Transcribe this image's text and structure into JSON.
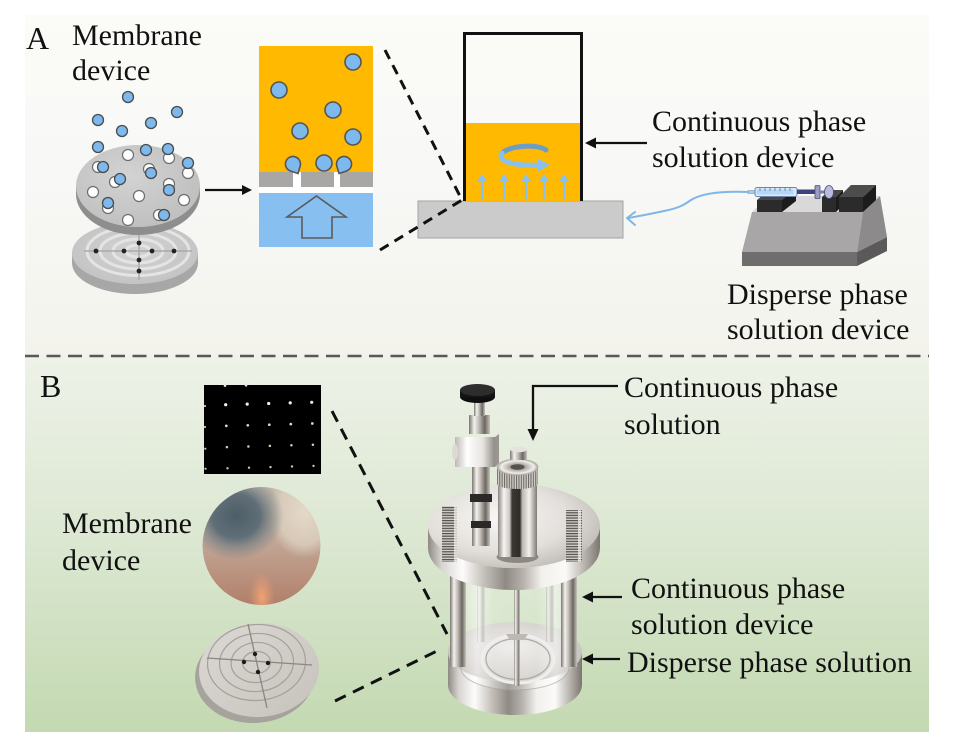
{
  "panel_a": {
    "label": "A",
    "membrane_device": [
      "Membrane",
      "device"
    ],
    "continuous_phase_solution_device": [
      "Continuous phase",
      "solution device"
    ],
    "disperse_phase_solution_device": [
      "Disperse phase",
      "solution device"
    ]
  },
  "panel_b": {
    "label": "B",
    "membrane_device": [
      "Membrane",
      "device"
    ],
    "continuous_phase_solution": [
      "Continuous phase",
      "solution"
    ],
    "continuous_phase_solution_device": [
      "Continuous phase",
      "solution device"
    ],
    "disperse_phase_solution": [
      "Disperse phase solution"
    ]
  },
  "colors": {
    "continuous_phase": "#ffb900",
    "disperse_phase": "#87bff0",
    "droplet": "#7db9ec",
    "flow_arrow": "#8ac0ee",
    "tubing": "#7fb6e8",
    "membrane": "#a9a6a6",
    "annotation": "#111111",
    "divider": "#585858",
    "panel_a_bg_top": "#fbfbf7",
    "panel_a_bg_bottom": "#f3f3ec",
    "panel_b_bg_top": "#eef2e8",
    "panel_b_bg_mid": "#dbe7d1",
    "panel_b_bg_bottom": "#c3d9b1"
  }
}
